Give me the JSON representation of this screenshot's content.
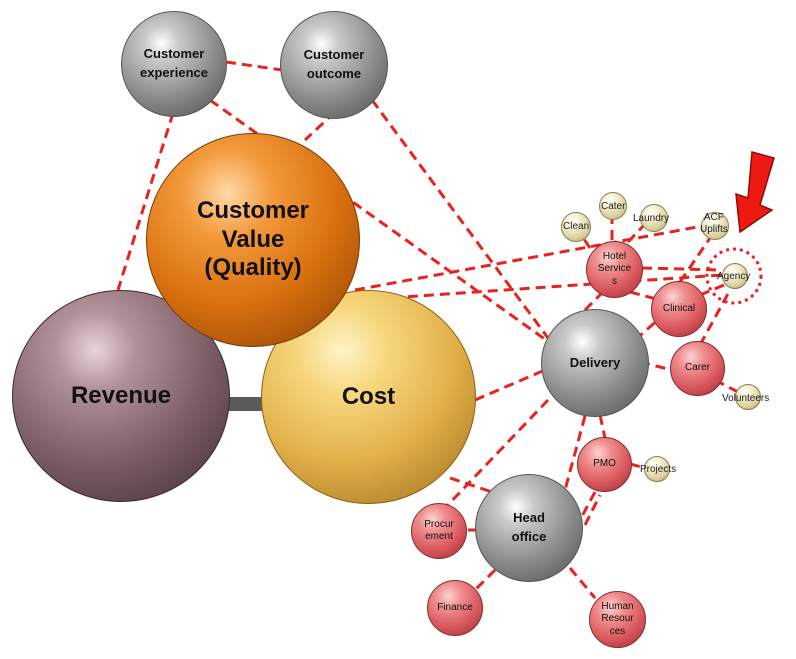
{
  "nodes": {
    "customer_experience": "Customer\nexperience",
    "customer_outcome": "Customer\noutcome",
    "customer_value": "Customer\nValue\n(Quality)",
    "revenue": "Revenue",
    "cost": "Cost",
    "delivery": "Delivery",
    "head_office": "Head\noffice",
    "hotel_services": "Hotel\nService\ns",
    "clinical": "Clinical",
    "carer": "Carer",
    "pmo": "PMO",
    "procurement": "Procur\nement",
    "finance": "Finance",
    "human_resources": "Human\nResour\nces",
    "clean": "Clean",
    "cater": "Cater",
    "laundry": "Laundry",
    "acf_uplifts": "ACF\nUplifts",
    "agency": "Agency",
    "volunteers": "Volunteers",
    "projects": "Projects"
  },
  "colors": {
    "link": "#e8231c",
    "arrow": "#ee1a12",
    "highlight": "#e8231c"
  }
}
